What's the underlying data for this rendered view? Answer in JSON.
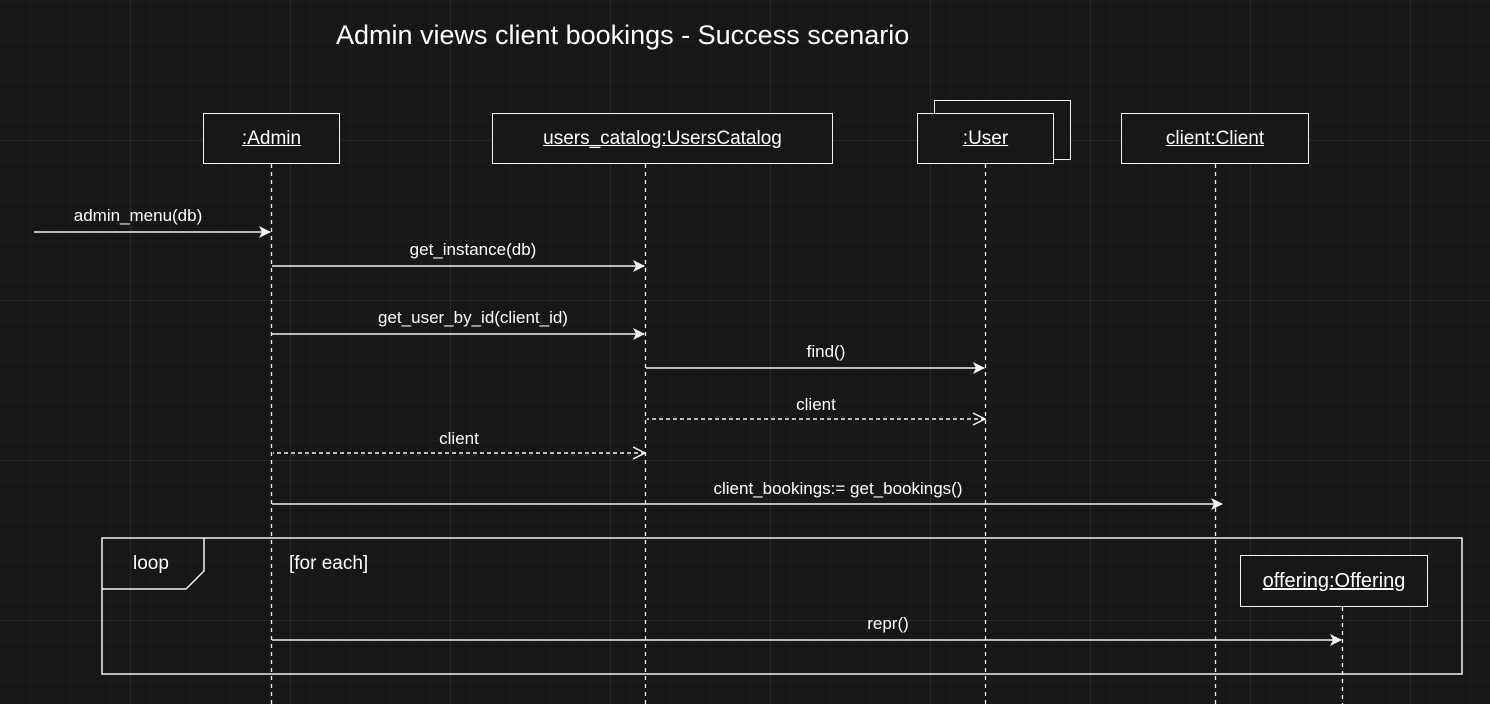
{
  "diagram": {
    "title": "Admin views client bookings - Success scenario",
    "participants": {
      "admin": ":Admin",
      "users_catalog": "users_catalog:UsersCatalog",
      "user": ":User",
      "client": "client:Client",
      "offering": "offering:Offering"
    },
    "messages": {
      "admin_menu": "admin_menu(db)",
      "get_instance": "get_instance(db)",
      "get_user_by_id": "get_user_by_id(client_id)",
      "find": "find()",
      "return_client_1": "client",
      "return_client_2": "client",
      "get_bookings": "client_bookings:= get_bookings()",
      "repr": "repr()"
    },
    "loop": {
      "label": "loop",
      "guard": "[for each]"
    }
  },
  "colors": {
    "background": "#171717",
    "line": "#f2f2f2",
    "text": "#ffffff"
  }
}
